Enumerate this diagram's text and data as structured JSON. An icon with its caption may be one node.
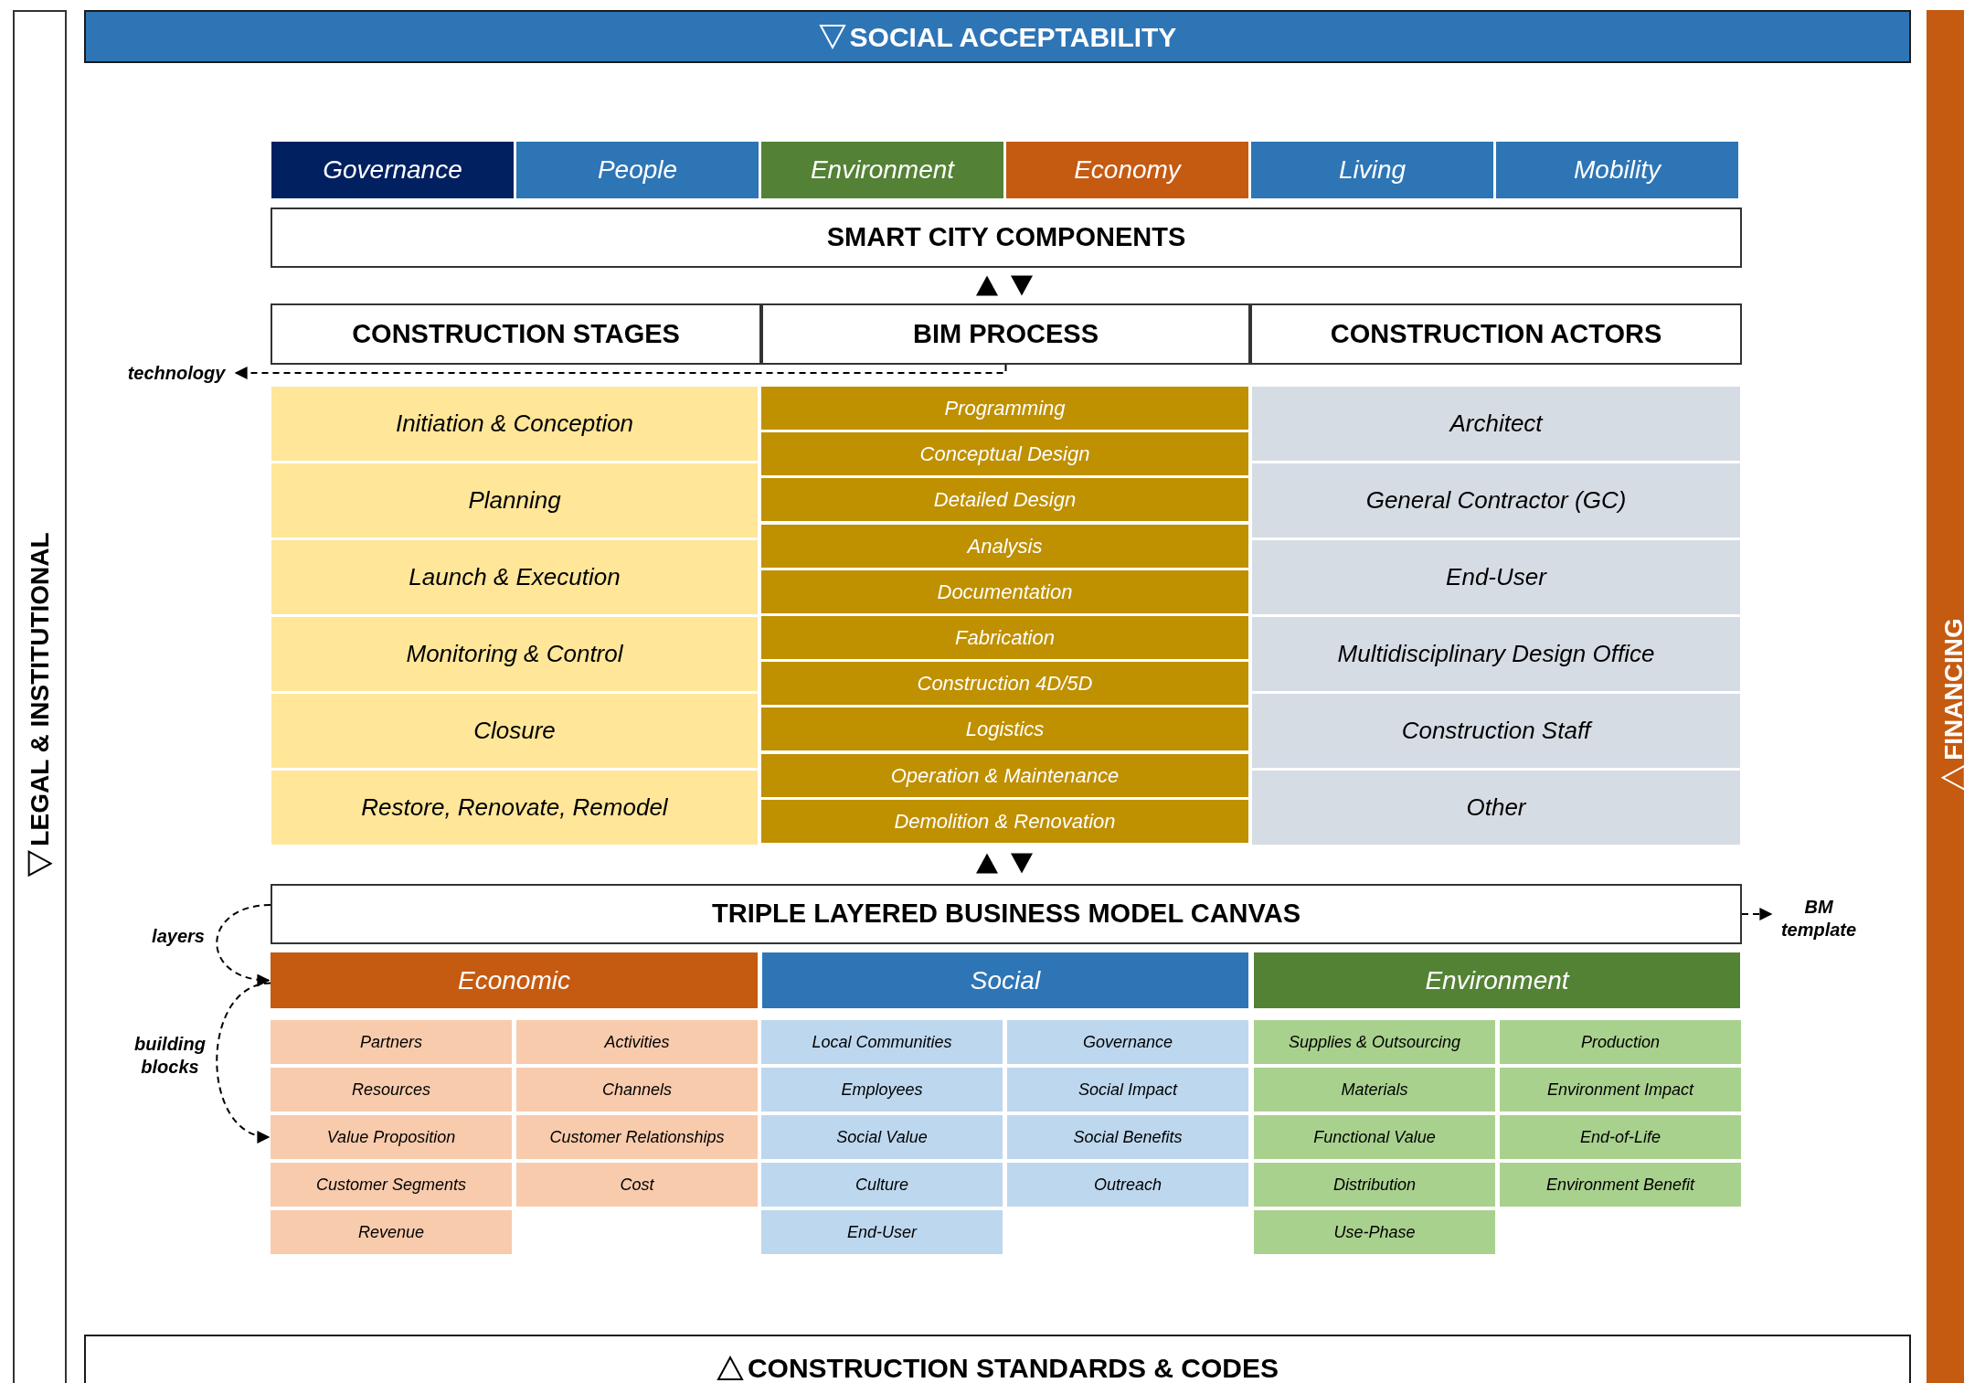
{
  "diagram": {
    "nodes": [
      {
        "text": [
          "SOCIAL ACCEPTABILITY"
        ]
      },
      {
        "text": [
          "LEGAL & INSTITUTIONAL"
        ]
      },
      {
        "text": [
          "FINANCING"
        ]
      },
      {
        "text": [
          "CONSTRUCTION STANDARDS & CODES"
        ]
      },
      {
        "text": [
          "Governance"
        ]
      },
      {
        "text": [
          "People"
        ]
      },
      {
        "text": [
          "Environment"
        ]
      },
      {
        "text": [
          "Economy"
        ]
      },
      {
        "text": [
          "Living"
        ]
      },
      {
        "text": [
          "Mobility"
        ]
      },
      {
        "text": [
          "SMART CITY COMPONENTS"
        ]
      },
      {
        "text": [
          "CONSTRUCTION STAGES"
        ]
      },
      {
        "text": [
          "BIM PROCESS"
        ]
      },
      {
        "text": [
          "CONSTRUCTION ACTORS"
        ]
      },
      {
        "text": [
          "technology"
        ]
      },
      {
        "text": [
          "Initiation & Conception"
        ]
      },
      {
        "text": [
          "Planning"
        ]
      },
      {
        "text": [
          "Launch & Execution"
        ]
      },
      {
        "text": [
          "Monitoring & Control"
        ]
      },
      {
        "text": [
          "Closure"
        ]
      },
      {
        "text": [
          "Restore, Renovate, Remodel"
        ]
      },
      {
        "text": [
          "Programming"
        ]
      },
      {
        "text": [
          "Conceptual Design"
        ]
      },
      {
        "text": [
          "Detailed Design"
        ]
      },
      {
        "text": [
          "Analysis"
        ]
      },
      {
        "text": [
          "Documentation"
        ]
      },
      {
        "text": [
          "Fabrication"
        ]
      },
      {
        "text": [
          "Construction 4D/5D"
        ]
      },
      {
        "text": [
          "Logistics"
        ]
      },
      {
        "text": [
          "Operation & Maintenance"
        ]
      },
      {
        "text": [
          "Demolition & Renovation"
        ]
      },
      {
        "text": [
          "Architect"
        ]
      },
      {
        "text": [
          "General Contractor (GC)"
        ]
      },
      {
        "text": [
          "End-User"
        ]
      },
      {
        "text": [
          "Multidisciplinary Design Office"
        ]
      },
      {
        "text": [
          "Construction Staff"
        ]
      },
      {
        "text": [
          "Other"
        ]
      },
      {
        "text": [
          "TRIPLE LAYERED BUSINESS MODEL CANVAS"
        ]
      },
      {
        "text": [
          "BM template"
        ]
      },
      {
        "text": [
          "Economic"
        ]
      },
      {
        "text": [
          "Social"
        ]
      },
      {
        "text": [
          "Environment"
        ]
      },
      {
        "text": [
          "Partners"
        ]
      },
      {
        "text": [
          "Activities"
        ]
      },
      {
        "text": [
          "Resources"
        ]
      },
      {
        "text": [
          "Channels"
        ]
      },
      {
        "text": [
          "Value Proposition"
        ]
      },
      {
        "text": [
          "Customer Relationships"
        ]
      },
      {
        "text": [
          "Customer Segments"
        ]
      },
      {
        "text": [
          "Cost"
        ]
      },
      {
        "text": [
          "Revenue"
        ]
      },
      {
        "text": [
          "Local Communities"
        ]
      },
      {
        "text": [
          "Governance"
        ]
      },
      {
        "text": [
          "Employees"
        ]
      },
      {
        "text": [
          "Social Impact"
        ]
      },
      {
        "text": [
          "Social Value"
        ]
      },
      {
        "text": [
          "Social Benefits"
        ]
      },
      {
        "text": [
          "Culture"
        ]
      },
      {
        "text": [
          "Outreach"
        ]
      },
      {
        "text": [
          "End-User"
        ]
      },
      {
        "text": [
          "Supplies & Outsourcing"
        ]
      },
      {
        "text": [
          "Production"
        ]
      },
      {
        "text": [
          "Materials"
        ]
      },
      {
        "text": [
          "Environment Impact"
        ]
      },
      {
        "text": [
          "Functional Value"
        ]
      },
      {
        "text": [
          "End-of-Life"
        ]
      },
      {
        "text": [
          "Distribution"
        ]
      },
      {
        "text": [
          "Environment Benefit"
        ]
      },
      {
        "text": [
          "Use-Phase"
        ]
      }
    ],
    "edges": [
      {
        "from": 12,
        "to": 14,
        "arrow": "to",
        "style": "dashed"
      },
      {
        "from": 37,
        "to": 39,
        "arrow": "to",
        "style": "dashed",
        "label": "layers"
      },
      {
        "from": 39,
        "to": 46,
        "arrow": "to",
        "style": "dashed",
        "label": "building blocks"
      },
      {
        "from": 37,
        "to": 38,
        "arrow": "to",
        "style": "dashed"
      },
      {
        "from": 12,
        "to": 10,
        "arrow": "to"
      },
      {
        "from": 10,
        "to": 12,
        "arrow": "to"
      },
      {
        "from": 37,
        "to": 30,
        "arrow": "to"
      },
      {
        "from": 30,
        "to": 37,
        "arrow": "to"
      }
    ]
  }
}
